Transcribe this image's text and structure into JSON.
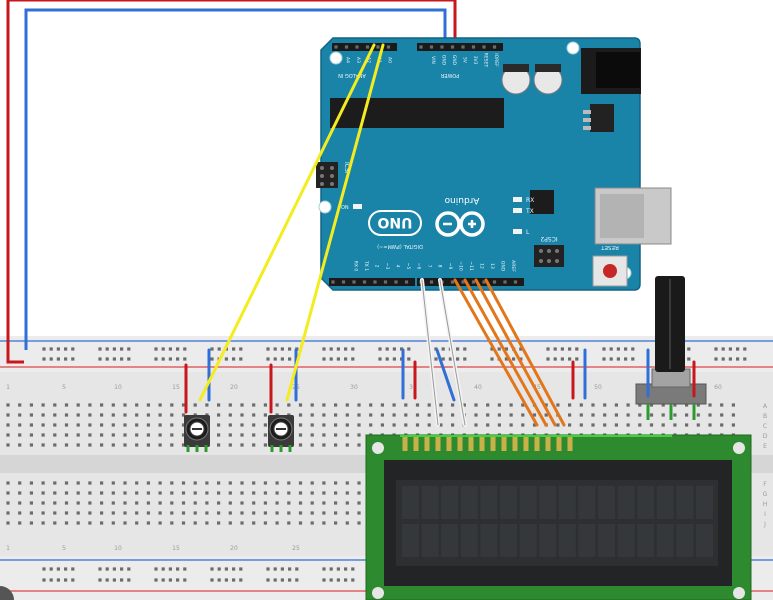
{
  "arduino": {
    "brand": "Arduino",
    "model": "UNO",
    "header_analog": "ANALOG IN",
    "header_power": "POWER",
    "header_digital": "DIGITAL (PWM=~)",
    "label_icsp": "ICSP",
    "label_icsp2": "ICSP2",
    "label_reset": "RESET",
    "led_tx": "TX",
    "led_rx": "RX",
    "led_l": "L",
    "led_on": "ON",
    "pins_analog": [
      "A5",
      "A4",
      "A3",
      "A2",
      "A1",
      "A0"
    ],
    "pins_power": [
      "VIN",
      "GND",
      "GND",
      "5V",
      "3V3",
      "RESET",
      "IOREF"
    ],
    "pins_digital": [
      "AREF",
      "GND",
      "13",
      "12",
      "~11",
      "~10",
      "~9",
      "8",
      "7",
      "~6",
      "~5",
      "4",
      "~3",
      "2",
      "TX 1",
      "RX 0"
    ]
  },
  "breadboard": {
    "col_numbers": [
      "1",
      "5",
      "10",
      "15",
      "20",
      "25",
      "30",
      "35",
      "40",
      "45",
      "50",
      "55",
      "60"
    ],
    "row_letters": [
      "A",
      "B",
      "C",
      "D",
      "E",
      "F",
      "G",
      "H",
      "I",
      "J"
    ]
  },
  "colors": {
    "board_blue": "#1a84a8",
    "wire_red": "#c8161d",
    "wire_blue": "#2f6fd6",
    "wire_yellow": "#f3ec1f",
    "wire_orange": "#e2761b",
    "wire_white": "#f4f4f4",
    "wire_green": "#3fd13f",
    "lcd_pcb": "#2e8a2e",
    "lcd_screen": "#222426"
  }
}
